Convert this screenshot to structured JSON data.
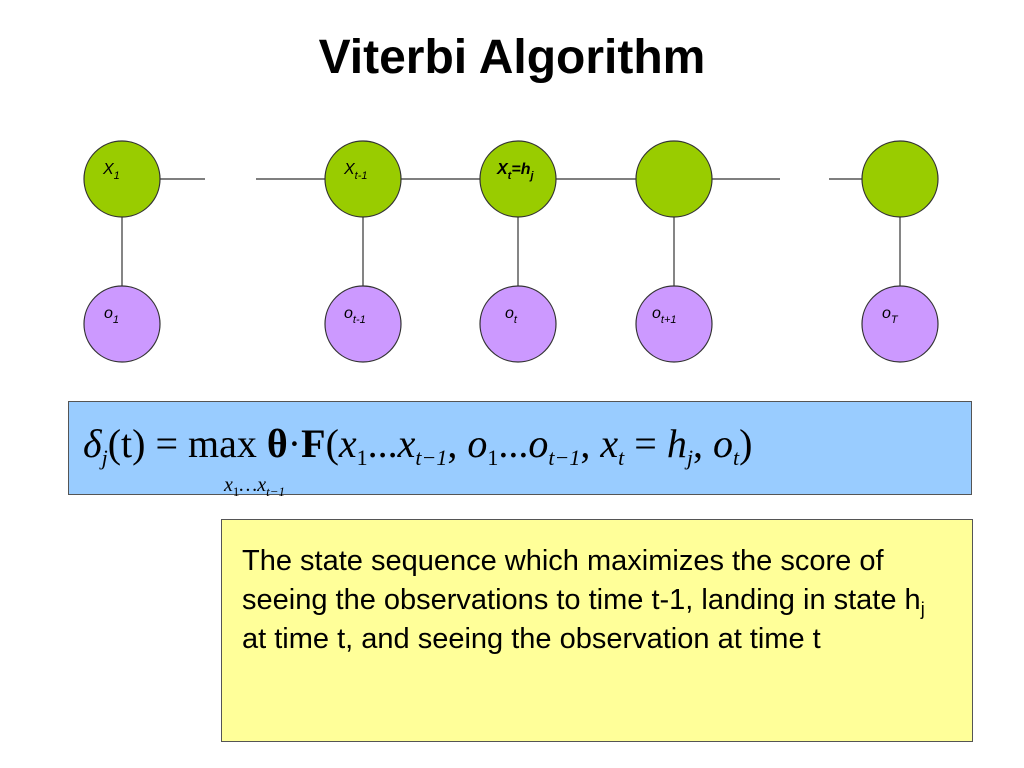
{
  "title": "Viterbi Algorithm",
  "colors": {
    "state_node": "#99cc00",
    "observation_node": "#cc99ff",
    "formula_box": "#99ccff",
    "note_box": "#ffff99"
  },
  "diagram": {
    "state_nodes": [
      {
        "main": "X",
        "sub": "1",
        "bold": false
      },
      {
        "main": "X",
        "sub": "t-1",
        "bold": false
      },
      {
        "main": "X",
        "sub": "t",
        "suffix": "=h",
        "suffix_sub": "j",
        "bold": true
      },
      {
        "main": "",
        "sub": "",
        "bold": false
      },
      {
        "main": "",
        "sub": "",
        "bold": false
      }
    ],
    "observation_nodes": [
      {
        "main": "o",
        "sub": "1"
      },
      {
        "main": "o",
        "sub": "t-1"
      },
      {
        "main": "o",
        "sub": "t"
      },
      {
        "main": "o",
        "sub": "t+1"
      },
      {
        "main": "o",
        "sub": "T"
      }
    ]
  },
  "formula": {
    "delta": "δ",
    "delta_sub": "j",
    "arg": "(t) = ",
    "max": "max",
    "theta": "θ",
    "dot": "·",
    "F": "F",
    "open": "(",
    "x1": "x",
    "x1_sub": "1",
    "dots1": "...",
    "xt1": "x",
    "xt1_sub": "t−1",
    "comma1": ", ",
    "o1": "o",
    "o1_sub": "1",
    "dots2": "...",
    "ot1": "o",
    "ot1_sub": "t−1",
    "comma2": ", ",
    "xt": "x",
    "xt_sub": "t",
    "eq": " = ",
    "h": "h",
    "h_sub": "j",
    "comma3": ", ",
    "ot": "o",
    "ot_sub": "t",
    "close": ")",
    "under_x1": "x",
    "under_x1_sub": "1",
    "under_dots": "…",
    "under_xt1": "x",
    "under_xt1_sub": "t−1"
  },
  "note": {
    "part1": "The state sequence which maximizes the score of seeing the observations to time t-1, landing in state h",
    "sub": "j",
    "part2": " at time t, and seeing the observation at time t"
  }
}
